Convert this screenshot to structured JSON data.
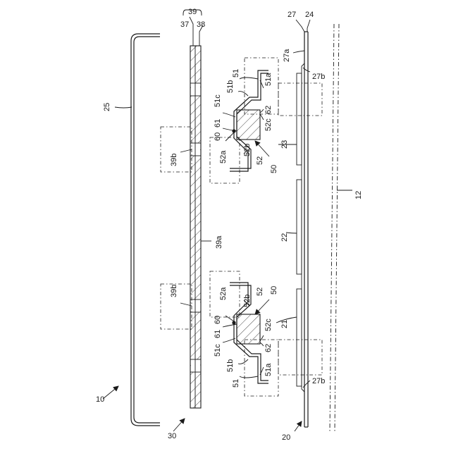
{
  "diagram": {
    "labels": {
      "l10": "10",
      "l12": "12",
      "l20": "20",
      "l21": "21",
      "l22": "22",
      "l23": "23",
      "l24": "24",
      "l25": "25",
      "l27": "27",
      "l27a": "27a",
      "l27b_top": "27b",
      "l27b_bot": "27b",
      "l30": "30",
      "l37": "37",
      "l38": "38",
      "l39": "39",
      "l39a": "39a",
      "l39b_top": "39b",
      "l39b_bot": "39b",
      "u50": "50",
      "u51": "51",
      "u51a": "51a",
      "u51b": "51b",
      "u51c": "51c",
      "u52": "52",
      "u52a": "52a",
      "u52b": "52b",
      "u52c": "52c",
      "u60": "60",
      "u61": "61",
      "u62": "62",
      "d50": "50",
      "d51": "51",
      "d51a": "51a",
      "d51b": "51b",
      "d51c": "51c",
      "d52": "52",
      "d52a": "52a",
      "d52b": "52b",
      "d52c": "52c",
      "d60": "60",
      "d61": "61",
      "d62": "62"
    }
  }
}
